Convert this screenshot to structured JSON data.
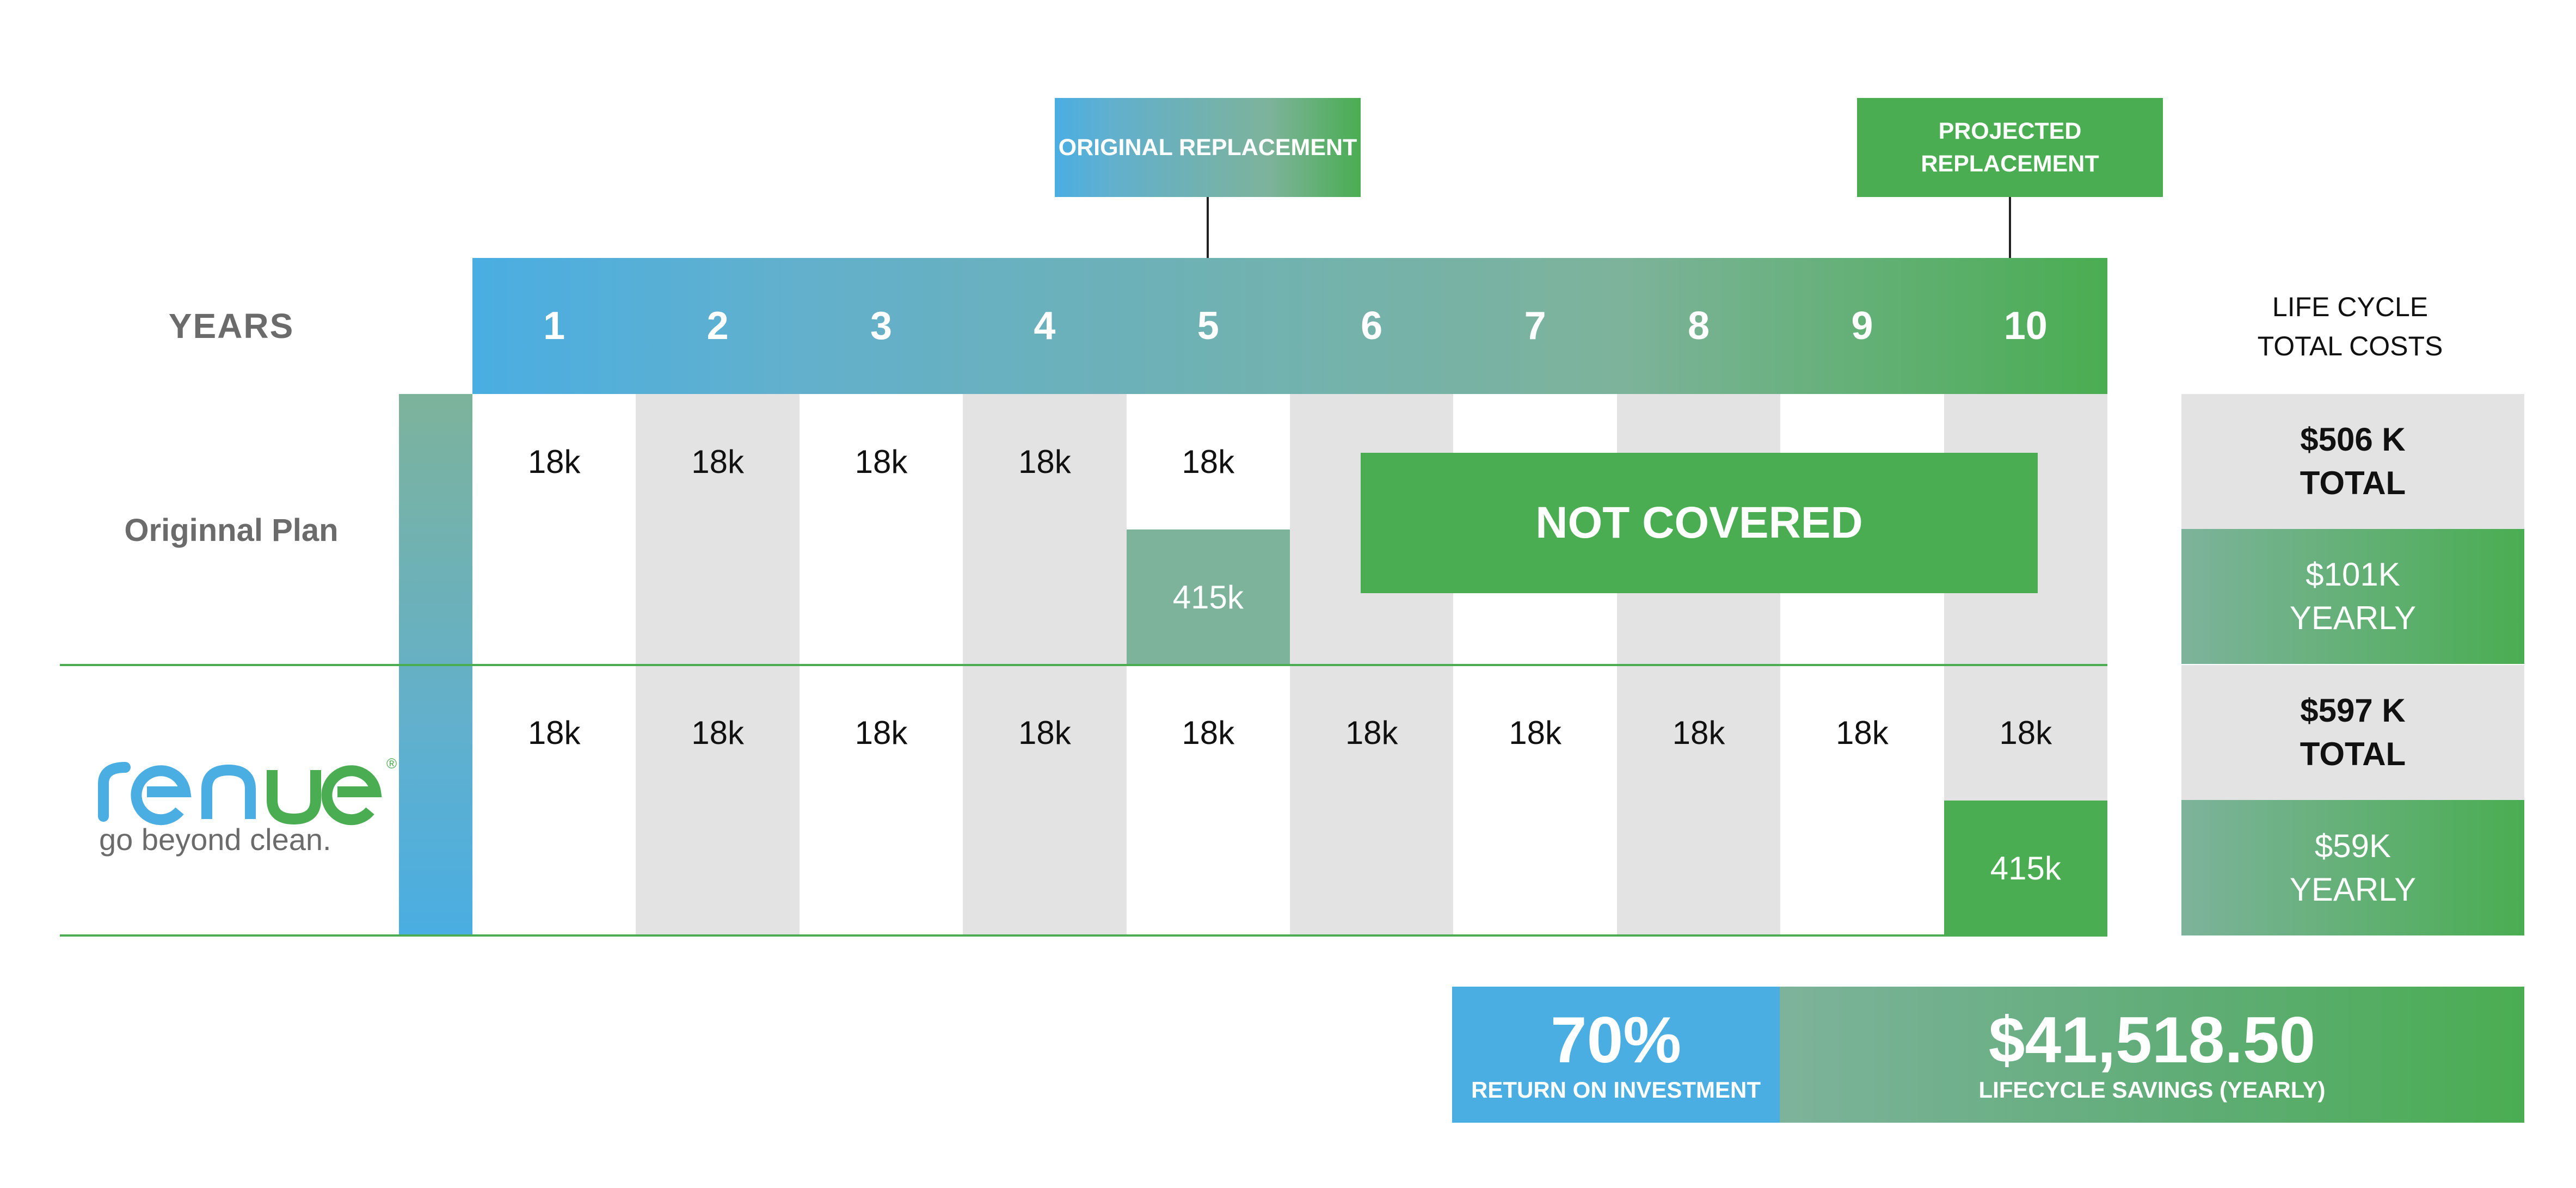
{
  "chart_data": {
    "type": "table",
    "callouts": {
      "original_replacement": "ORIGINAL REPLACEMENT",
      "projected_replacement_line1": "PROJECTED",
      "projected_replacement_line2": "REPLACEMENT"
    },
    "years_label": "YEARS",
    "years": [
      "1",
      "2",
      "3",
      "4",
      "5",
      "6",
      "7",
      "8",
      "9",
      "10"
    ],
    "lifecycle_header_line1": "LIFE CYCLE",
    "lifecycle_header_line2": "TOTAL COSTS",
    "rows": [
      {
        "name": "Originnal Plan",
        "values": [
          "18k",
          "18k",
          "18k",
          "18k",
          "18k"
        ],
        "replacement": {
          "year": 5,
          "value": "415k"
        },
        "not_covered_label": "NOT COVERED",
        "not_covered_years": [
          6,
          10
        ],
        "total_line1": "$506 K",
        "total_line2": "TOTAL",
        "yearly_line1": "$101K",
        "yearly_line2": "YEARLY"
      },
      {
        "name": "renue",
        "values": [
          "18k",
          "18k",
          "18k",
          "18k",
          "18k",
          "18k",
          "18k",
          "18k",
          "18k",
          "18k"
        ],
        "replacement": {
          "year": 10,
          "value": "415k"
        },
        "total_line1": "$597 K",
        "total_line2": "TOTAL",
        "yearly_line1": "$59K",
        "yearly_line2": "YEARLY"
      }
    ],
    "summary": {
      "roi_value": "70%",
      "roi_label": "RETURN ON INVESTMENT",
      "savings_value": "$41,518.50",
      "savings_label": "LIFECYCLE SAVINGS (YEARLY)"
    }
  },
  "logo": {
    "wordmark": "renue",
    "tagline": "go beyond clean.",
    "registered_mark": "®"
  },
  "colors": {
    "blue": "#4aaee2",
    "green": "#4aad52",
    "teal": "#7db39b",
    "stripe_gray": "#e3e3e3",
    "label_gray": "#6b6b6b"
  }
}
